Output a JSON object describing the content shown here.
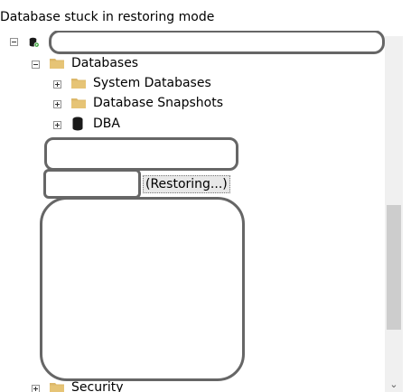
{
  "page": {
    "caption": "Database stuck in restoring mode"
  },
  "tree": {
    "databases_label": "Databases",
    "system_databases_label": "System Databases",
    "database_snapshots_label": "Database Snapshots",
    "dba_label": "DBA",
    "restoring_status": "(Restoring...)",
    "security_label": "Security"
  },
  "colors": {
    "folder": "#dcb86a",
    "database": "#1a1a1a",
    "server_status": "#3aa23a",
    "redaction_border": "#666666"
  },
  "icons": {
    "server": "server-icon",
    "folder": "folder-icon",
    "database": "database-icon",
    "expander": "expand-collapse-icon"
  }
}
